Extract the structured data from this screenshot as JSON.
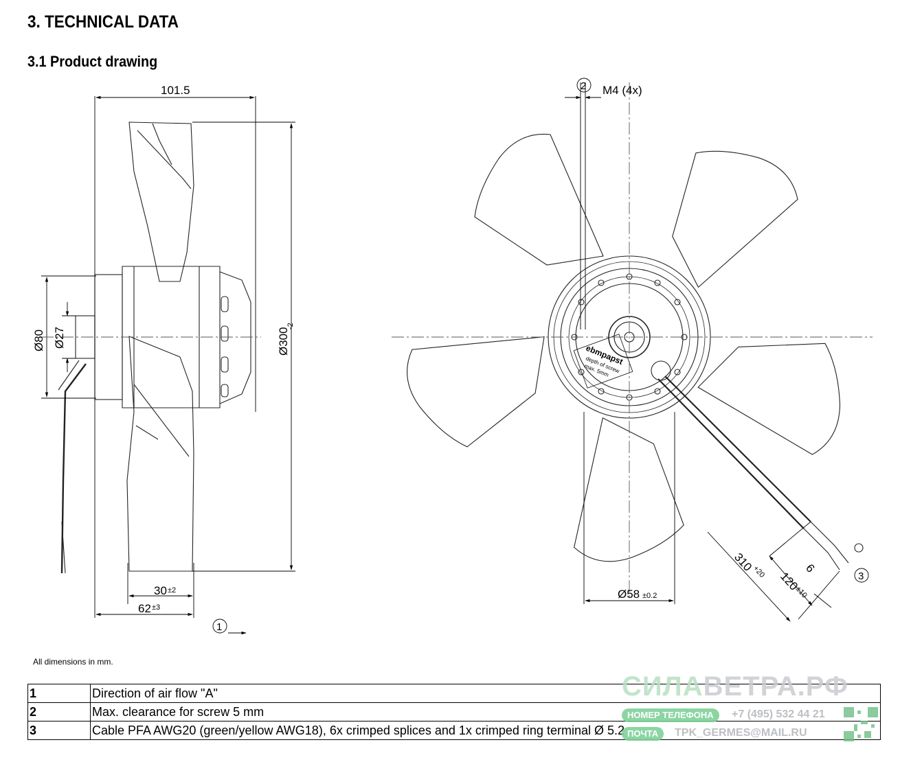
{
  "headings": {
    "section": "3. TECHNICAL DATA",
    "subsection": "3.1 Product drawing"
  },
  "drawing": {
    "dim_width": "101.5",
    "dim_d80": "Ø80",
    "dim_d27": "Ø27",
    "dim_d300": "Ø300",
    "dim_d300_tol": "-2",
    "dim_30": "30",
    "dim_30_tol": "±2",
    "dim_62": "62",
    "dim_62_tol": "±3",
    "callout_1": "1",
    "callout_2": "2",
    "callout_3": "3",
    "screw_label": "M4 (4x)",
    "dim_d58": "Ø58",
    "dim_d58_tol": "±0.2",
    "dim_310": "310",
    "dim_310_tol": "+20",
    "dim_120": "120",
    "dim_120_tol": "±10",
    "dim_6": "6",
    "hub_logo": "ebmpapst",
    "hub_text_1": "depth of screw",
    "hub_text_2": "max. 5mm"
  },
  "note": "All dimensions in mm.",
  "legend": [
    {
      "num": "1",
      "text": "Direction of air flow \"A\""
    },
    {
      "num": "2",
      "text": "Max. clearance for screw 5 mm"
    },
    {
      "num": "3",
      "text": "Cable PFA AWG20 (green/yellow AWG18), 6x crimped splices and 1x crimped ring terminal Ø 5.2"
    }
  ],
  "watermark": {
    "brand_a": "СИЛА",
    "brand_b": "ВЕТРА.РФ",
    "phone_label": "НОМЕР ТЕЛЕФОНА",
    "phone": "+7 (495) 532 44 21",
    "mail_label": "ПОЧТА",
    "mail": "TPK_GERMES@MAIL.RU"
  }
}
